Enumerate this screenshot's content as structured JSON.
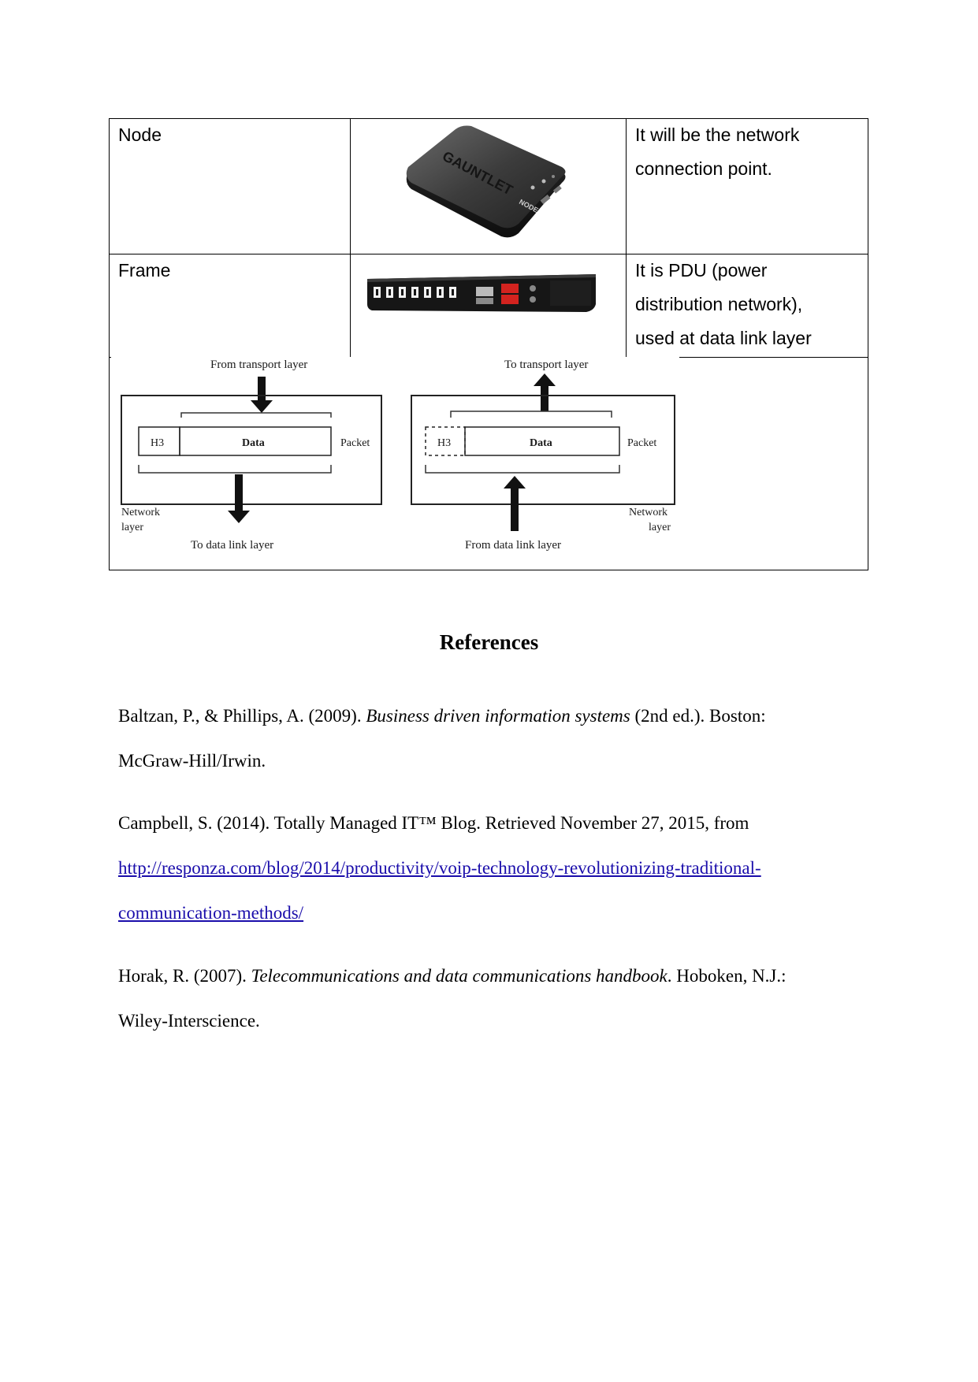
{
  "table": {
    "rows": [
      {
        "term": "Node",
        "description_line1": "It will be the network",
        "description_line2": "connection point.",
        "image_label": "node-device-photo"
      },
      {
        "term": "Frame",
        "description_line1": "It is PDU (power",
        "description_line2": "distribution network),",
        "description_line3": "used at data link layer",
        "image_label": "pdu-photo"
      }
    ],
    "node_device_brand": "GAUNTLET",
    "node_device_model": "NODE"
  },
  "diagram": {
    "left": {
      "top_label": "From transport layer",
      "header": "H3",
      "data": "Data",
      "packet": "Packet",
      "layer_line1": "Network",
      "layer_line2": "layer",
      "bottom_label": "To data link layer"
    },
    "right": {
      "top_label": "To transport layer",
      "header": "H3",
      "data": "Data",
      "packet": "Packet",
      "layer_line1": "Network",
      "layer_line2": "layer",
      "bottom_label": "From data link layer"
    }
  },
  "references": {
    "heading": "References",
    "items": [
      {
        "pre": "Baltzan, P., & Phillips, A. (2009). ",
        "italic": "Business driven information systems",
        "post": " (2nd ed.). Boston:",
        "line2": "McGraw-Hill/Irwin."
      },
      {
        "line1": "Campbell, S. (2014). Totally Managed IT™ Blog. Retrieved November 27, 2015, from",
        "link_line1": "http://responza.com/blog/2014/productivity/voip-technology-revolutionizing-traditional-",
        "link_line2": "communication-methods/"
      },
      {
        "pre": "Horak, R. (2007). ",
        "italic": "Telecommunications and data communications handbook",
        "post": ". Hoboken, N.J.:",
        "line2": "Wiley-Interscience."
      }
    ]
  }
}
